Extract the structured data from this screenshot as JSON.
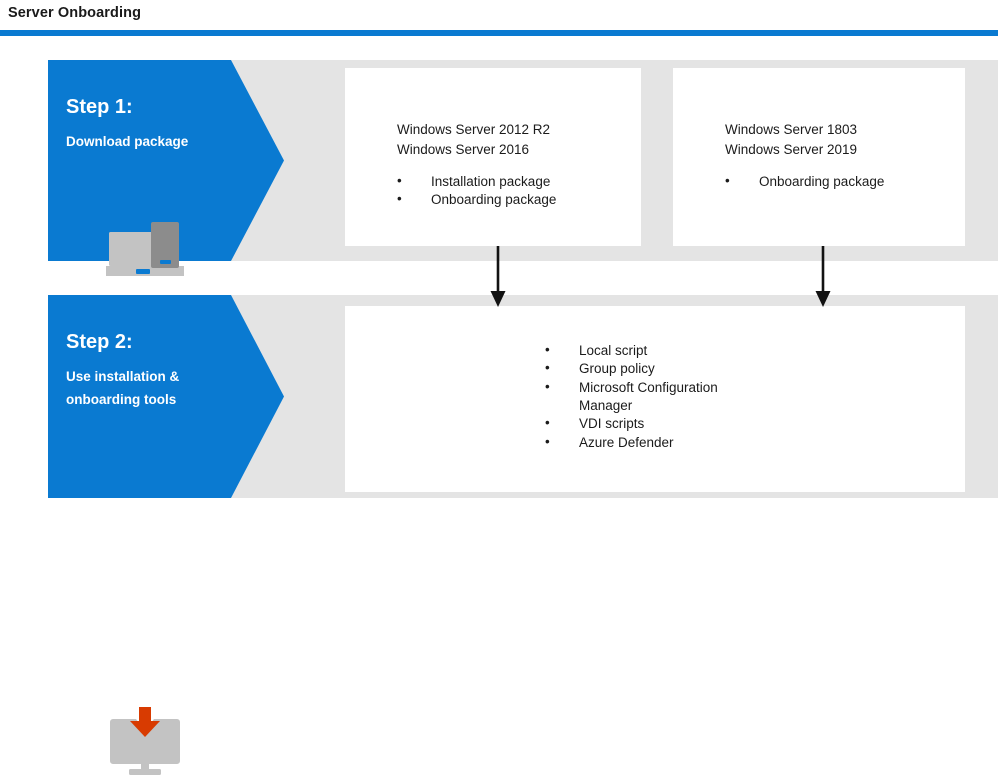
{
  "header": {
    "title": "Server Onboarding",
    "rule_color": "#0a7ad1"
  },
  "theme": {
    "accent_blue": "#0a7ad1",
    "band_gray": "#e4e4e4",
    "card_white": "#ffffff",
    "icon_gray": "#c3c3c3",
    "icon_dark_gray": "#8c8c8c",
    "arrow_red": "#d83b01",
    "text_dark": "#1b1b1b",
    "text_on_accent": "#ffffff"
  },
  "steps": [
    {
      "id": "step1",
      "title": "Step 1:",
      "subtitle": "Download package",
      "icon": "laptop-and-phone-icon"
    },
    {
      "id": "step2",
      "title": "Step 2:",
      "subtitle": "Use installation & onboarding tools",
      "icon": "monitor-download-icon"
    }
  ],
  "cards": [
    {
      "id": "card-a",
      "heading": "Windows Server 2012 R2\nWindows Server 2016",
      "bullets": [
        {
          "text": "Installation package",
          "continuation": false
        },
        {
          "text": "Onboarding package",
          "continuation": false
        }
      ]
    },
    {
      "id": "card-b",
      "heading": "Windows Server 1803\nWindows Server 2019",
      "bullets": [
        {
          "text": "Onboarding package",
          "continuation": false
        }
      ]
    },
    {
      "id": "card-c",
      "heading": "",
      "bullets": [
        {
          "text": "Local script",
          "continuation": false
        },
        {
          "text": "Group policy",
          "continuation": false
        },
        {
          "text": "Microsoft Configuration",
          "continuation": false
        },
        {
          "text": "Manager",
          "continuation": true
        },
        {
          "text": "VDI scripts",
          "continuation": false
        },
        {
          "text": "Azure Defender",
          "continuation": false
        }
      ]
    }
  ],
  "connectors": [
    {
      "id": "arrow-left",
      "from": "card-a",
      "to": "card-c",
      "direction": "down"
    },
    {
      "id": "arrow-right",
      "from": "card-b",
      "to": "card-c",
      "direction": "down"
    }
  ]
}
